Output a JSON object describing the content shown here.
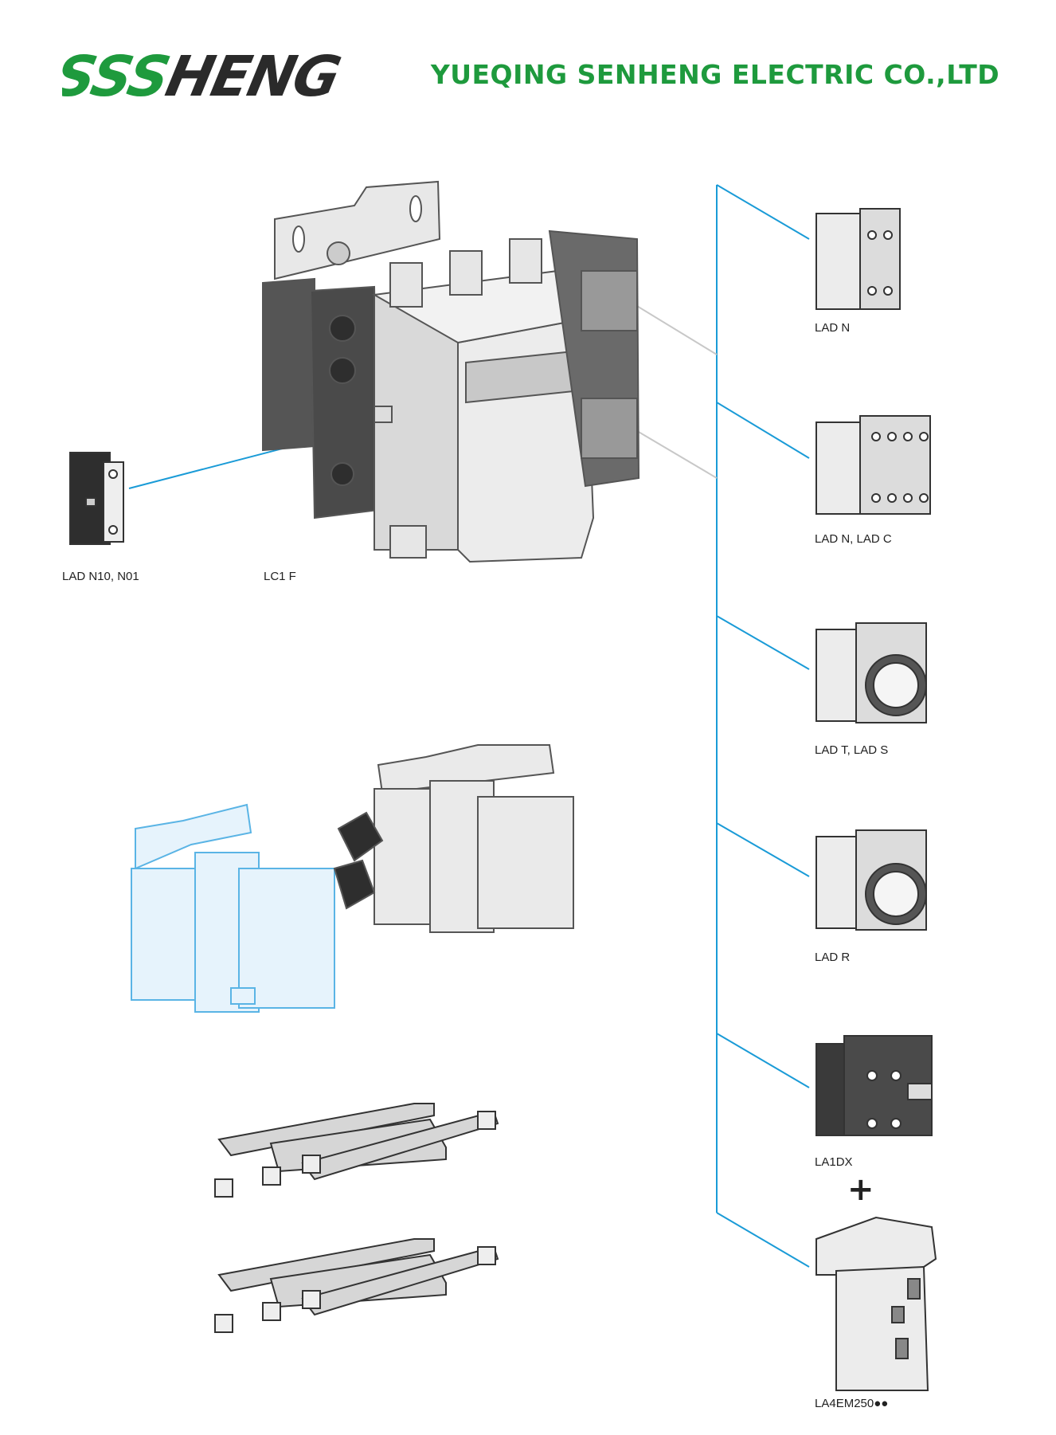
{
  "header": {
    "logo_text": "SSSHENG",
    "company_name": "YUEQING SENHENG ELECTRIC CO.,LTD"
  },
  "labels": {
    "side_block": "LAD N10, N01",
    "contactor": "LC1 F",
    "lad_n": "LAD N",
    "lad_n_c": "LAD N, LAD C",
    "lad_t_s": "LAD T, LAD S",
    "lad_r": "LAD R",
    "la1dx": "LA1DX",
    "plus": "+",
    "la4em": "LA4EM250●●"
  },
  "colors": {
    "brand_green": "#1e9a3d",
    "connector_blue": "#1a9bd7",
    "highlight_blue": "#5ab4e5"
  }
}
